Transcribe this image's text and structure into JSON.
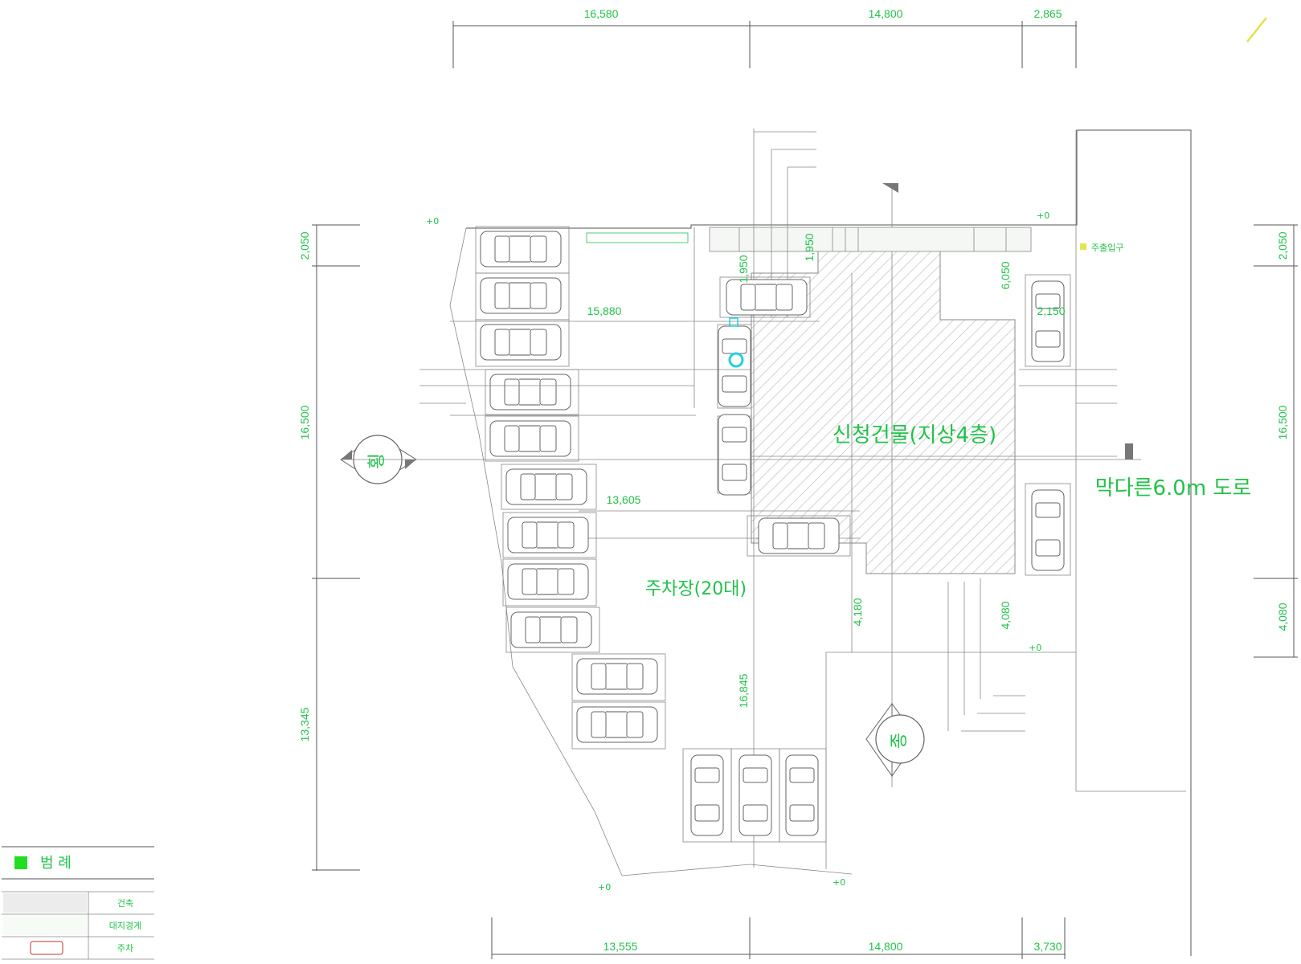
{
  "dimensions": {
    "top": [
      "16,580",
      "14,800",
      "2,865"
    ],
    "bottom": [
      "13,555",
      "14,800",
      "3,730"
    ],
    "left": [
      "2,050",
      "16,500",
      "13,345"
    ],
    "right": [
      "2,050",
      "16,500",
      "4,080"
    ],
    "inner": [
      "15,880",
      "13,605",
      "4,180",
      "4,080",
      "6,050",
      "2,150",
      "1,950",
      "1,950",
      "16,845"
    ]
  },
  "labels": {
    "building": "신청건물(지상4층)",
    "road": "막다른6.0m 도로",
    "parking": "주차장(20대)",
    "section_h": "횡",
    "section_v": "종",
    "entrance": "주출입구",
    "legend_title": "범 례",
    "legend_rows": [
      "건축",
      "대지경계",
      "주차"
    ]
  },
  "levels": [
    "+0",
    "+0",
    "+0",
    "+0",
    "+0"
  ],
  "colors": {
    "accent": "#22c24b",
    "line": "#555555",
    "hatch": "#dddddd"
  }
}
